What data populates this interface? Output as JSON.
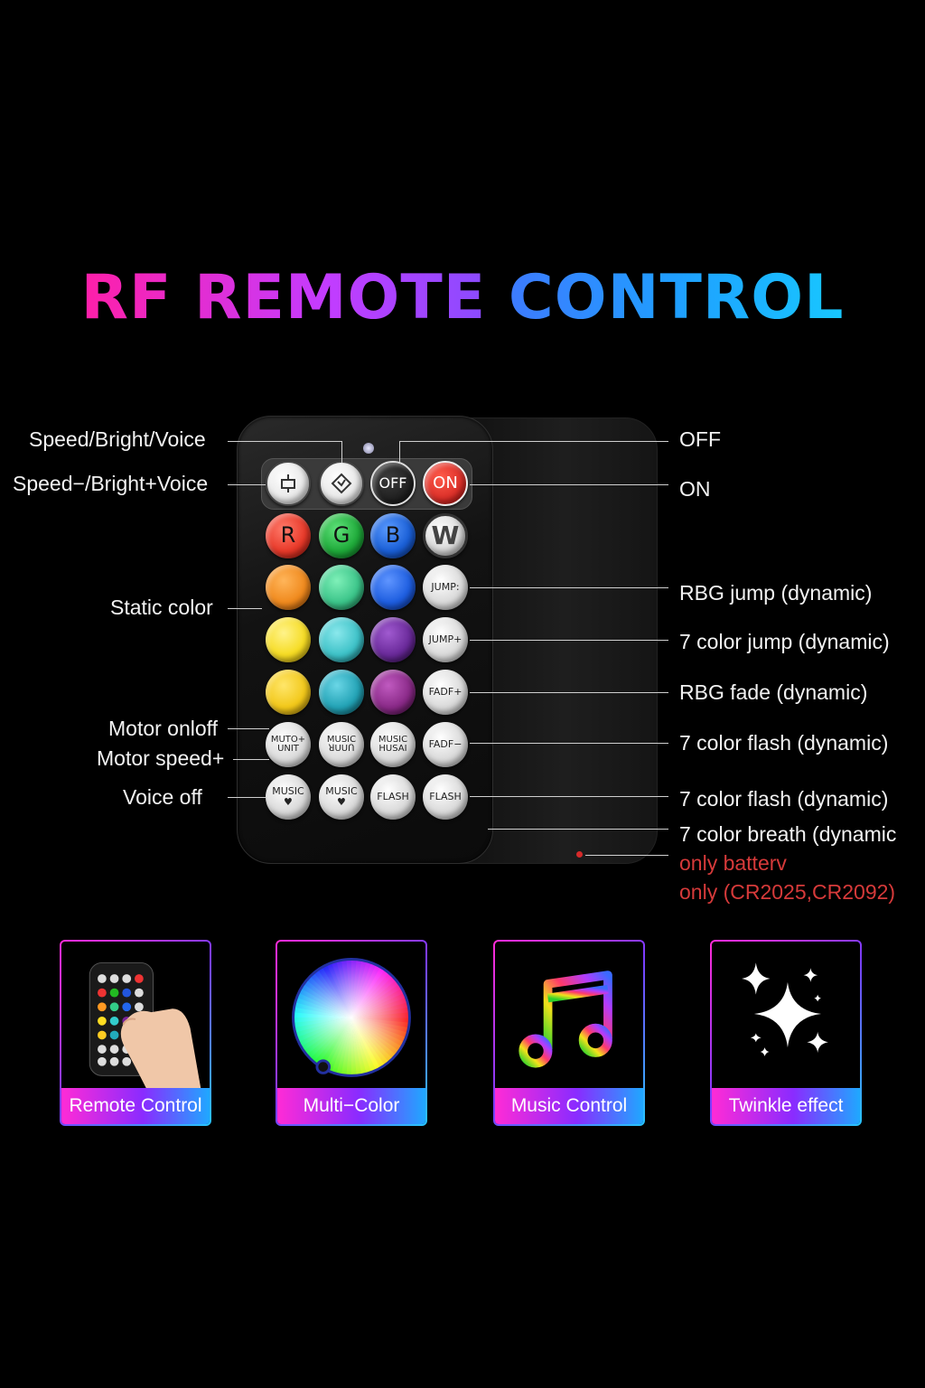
{
  "title": {
    "part1": "RF REMOTE",
    "part2": "CONTROL"
  },
  "left_labels": {
    "speed_bright_voice": "Speed/Bright/Voice",
    "speed_minus": "Speed−/Bright+Voice",
    "static_color": "Static color",
    "motor_onoff": "Motor onloff",
    "motor_speed": "Motor speed+",
    "voice_off": "Voice off"
  },
  "right_labels": {
    "off": "OFF",
    "on": "ON",
    "rgb_jump": "RBG jump (dynamic)",
    "color7_jump": "7 color jump (dynamic)",
    "rgb_fade": "RBG fade (dynamic)",
    "color7_flash_1": "7 color flash (dynamic)",
    "color7_flash_2": "7 color flash (dynamic)",
    "color7_breath": "7 color breath (dynamic",
    "battery_1": "only batterv",
    "battery_2": "only (CR2025,CR2092)"
  },
  "buttons": {
    "off": "OFF",
    "on": "ON",
    "r": "R",
    "g": "G",
    "b": "B",
    "w": "W",
    "jump1": "JUMP:",
    "jump2": "JUMP+",
    "fade1": "FADF+",
    "fade2": "FADF−",
    "moto": "MUTO+\nUNIT",
    "music1": "MUSIC\nꓤUUꓵ",
    "music2": "MUSIC\nHUSAI",
    "music3": "MUSIC\n♥",
    "music4": "MUSIC\n♥",
    "flash1": "FLASH",
    "flash2": "FLASH"
  },
  "colors": {
    "red": "#e83a2a",
    "green": "#1faa3a",
    "blue": "#1a5fd6",
    "orange": "#f08a1e",
    "mint": "#3cc58a",
    "royal": "#1e5ee0",
    "yellow": "#f6dc24",
    "teal": "#3ec2c8",
    "purple": "#6a2a9a",
    "gold": "#f2c81a",
    "cyan": "#23a3b6",
    "plum": "#8a2a88"
  },
  "cards": [
    {
      "label": "Remote Control",
      "icon": "hand-remote-icon"
    },
    {
      "label": "Multi−Color",
      "icon": "color-wheel-icon"
    },
    {
      "label": "Music Control",
      "icon": "music-note-icon"
    },
    {
      "label": "Twinkle effect",
      "icon": "sparkle-icon"
    }
  ]
}
